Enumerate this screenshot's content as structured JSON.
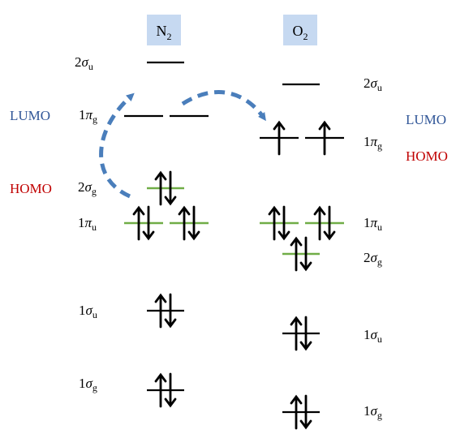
{
  "molecules": {
    "left": {
      "symbol": "N",
      "subscript": "2"
    },
    "right": {
      "symbol": "O",
      "subscript": "2"
    }
  },
  "frontier": {
    "lumo": "LUMO",
    "homo": "HOMO"
  },
  "orbitals": {
    "n2": {
      "sigma_u_2": {
        "num": "2",
        "greek": "σ",
        "sub": "u"
      },
      "pi_g_1": {
        "num": "1",
        "greek": "π",
        "sub": "g"
      },
      "sigma_g_2": {
        "num": "2",
        "greek": "σ",
        "sub": "g"
      },
      "pi_u_1": {
        "num": "1",
        "greek": "π",
        "sub": "u"
      },
      "sigma_u_1": {
        "num": "1",
        "greek": "σ",
        "sub": "u"
      },
      "sigma_g_1": {
        "num": "1",
        "greek": "σ",
        "sub": "g"
      }
    },
    "o2": {
      "sigma_u_2": {
        "num": "2",
        "greek": "σ",
        "sub": "u"
      },
      "pi_g_1": {
        "num": "1",
        "greek": "π",
        "sub": "g"
      },
      "pi_u_1": {
        "num": "1",
        "greek": "π",
        "sub": "u"
      },
      "sigma_g_2": {
        "num": "2",
        "greek": "σ",
        "sub": "g"
      },
      "sigma_u_1": {
        "num": "1",
        "greek": "σ",
        "sub": "u"
      },
      "sigma_g_1": {
        "num": "1",
        "greek": "σ",
        "sub": "g"
      }
    }
  },
  "colors": {
    "header_bg": "#c6d9f1",
    "lumo": "#2f5597",
    "homo": "#c00000",
    "arrow": "#4a7ebb",
    "highlight_level": "#70ad47",
    "line": "#000000"
  }
}
